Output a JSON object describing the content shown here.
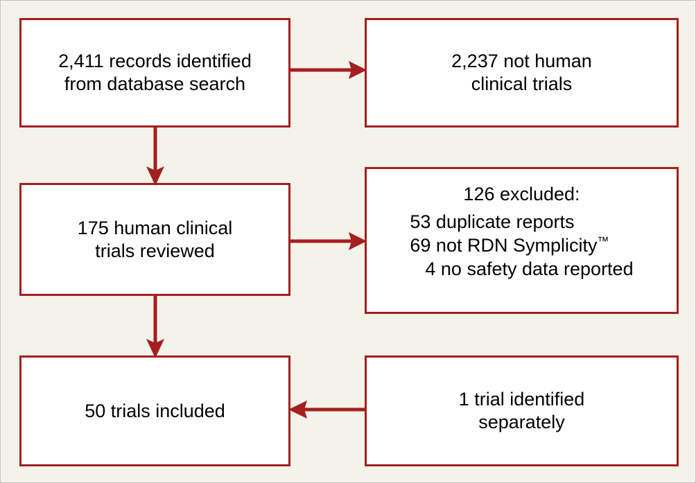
{
  "figure": {
    "type": "prisma-flow-diagram",
    "background_color": "#f4f3ea",
    "accent_color": "#a41f1f",
    "text_color": "#000000",
    "frame_color": "#c2c2c2"
  },
  "nodes": {
    "records_identified": {
      "line1": "2,411 records identified",
      "line2": "from database search",
      "count": 2411
    },
    "not_human": {
      "line1": "2,237 not human",
      "line2": "clinical trials",
      "count": 2237
    },
    "reviewed": {
      "line1": "175 human clinical",
      "line2": "trials reviewed",
      "count": 175
    },
    "excluded": {
      "heading": "126 excluded:",
      "count": 126,
      "reasons": [
        {
          "count": 53,
          "label": "53 duplicate reports"
        },
        {
          "count": 69,
          "label_before_tm": "69 not RDN Symplicity",
          "tm": "™"
        },
        {
          "count": 4,
          "label": "4 no safety data reported"
        }
      ]
    },
    "included": {
      "line1": "50 trials included",
      "count": 50
    },
    "separate": {
      "line1": "1 trial identified",
      "line2": "separately",
      "count": 1
    }
  },
  "connectors": [
    {
      "name": "records-to-not-human",
      "direction": "right"
    },
    {
      "name": "records-to-reviewed",
      "direction": "down"
    },
    {
      "name": "reviewed-to-excluded",
      "direction": "right"
    },
    {
      "name": "reviewed-to-included",
      "direction": "down"
    },
    {
      "name": "separate-to-included",
      "direction": "left"
    }
  ]
}
